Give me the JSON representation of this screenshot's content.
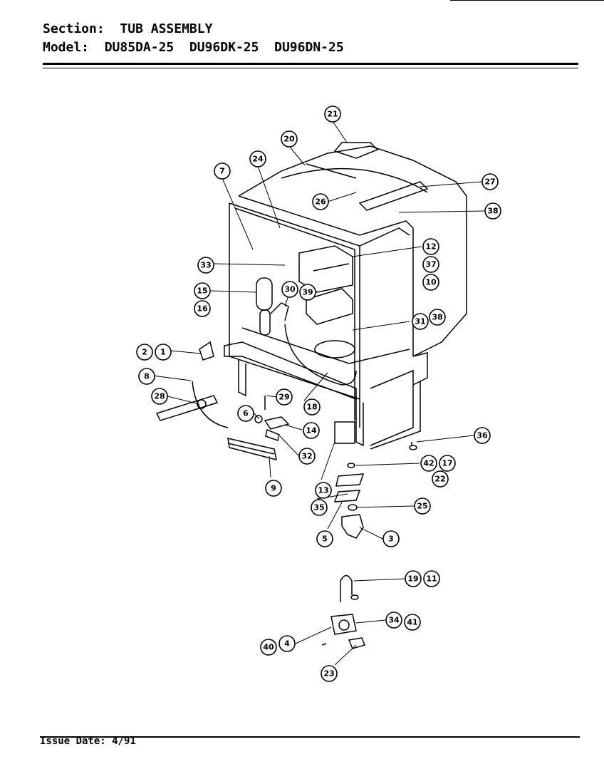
{
  "header": {
    "section_label": "Section:",
    "section_value": "TUB ASSEMBLY",
    "model_label": "Model:",
    "model_values": "DU85DA-25  DU96DK-25  DU96DN-25"
  },
  "footer": {
    "issue_date": "Issue Date: 4/91"
  },
  "callouts": [
    "21",
    "20",
    "24",
    "7",
    "27",
    "26",
    "38",
    "12",
    "37",
    "10",
    "33",
    "15",
    "16",
    "30",
    "39",
    "31",
    "38",
    "2",
    "1",
    "8",
    "28",
    "29",
    "18",
    "6",
    "14",
    "32",
    "9",
    "36",
    "42",
    "17",
    "22",
    "13",
    "35",
    "25",
    "5",
    "3",
    "19",
    "11",
    "34",
    "41",
    "40",
    "4",
    "23"
  ]
}
